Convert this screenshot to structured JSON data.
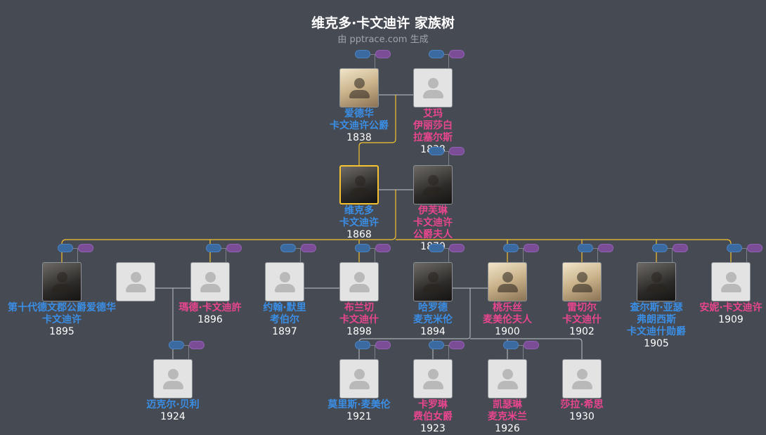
{
  "header": {
    "title": "维克多·卡文迪许 家族树",
    "subtitle": "由 pptrace.com 生成"
  },
  "people": [
    {
      "id": "edward",
      "lines": [
        "爱德华",
        "卡文迪许公爵"
      ],
      "year": "1838",
      "gender": "m",
      "photo": "portrait-sepia"
    },
    {
      "id": "emma",
      "lines": [
        "艾玛",
        "伊丽莎白",
        "拉塞尔斯"
      ],
      "year": "1838",
      "gender": "f",
      "photo": "placeholder"
    },
    {
      "id": "victor",
      "lines": [
        "维克多",
        "卡文迪许"
      ],
      "year": "1868",
      "gender": "m",
      "photo": "portrait-dark",
      "selected": true
    },
    {
      "id": "evelyn",
      "lines": [
        "伊芙琳",
        "卡文迪许",
        "公爵夫人"
      ],
      "year": "1870",
      "gender": "f",
      "photo": "portrait-dark"
    },
    {
      "id": "child1",
      "lines": [
        "第十代德文郡公爵爱德华",
        "卡文迪许"
      ],
      "year": "1895",
      "gender": "m",
      "photo": "portrait-dark"
    },
    {
      "id": "spouse2",
      "lines": [],
      "year": "",
      "gender": "m",
      "photo": "placeholder"
    },
    {
      "id": "child2",
      "lines": [
        "瑪德·卡文迪許"
      ],
      "year": "1896",
      "gender": "f",
      "photo": "placeholder"
    },
    {
      "id": "child3",
      "lines": [
        "约翰·默里",
        "考伯尔"
      ],
      "year": "1897",
      "gender": "m",
      "photo": "placeholder"
    },
    {
      "id": "child4",
      "lines": [
        "布兰切",
        "卡文迪什"
      ],
      "year": "1898",
      "gender": "f",
      "photo": "placeholder"
    },
    {
      "id": "harold",
      "lines": [
        "哈罗德",
        "麦克米伦"
      ],
      "year": "1894",
      "gender": "m",
      "photo": "portrait-dark"
    },
    {
      "id": "dorothy",
      "lines": [
        "桃乐丝",
        "麦美伦夫人"
      ],
      "year": "1900",
      "gender": "f",
      "photo": "portrait-sepia"
    },
    {
      "id": "rachel",
      "lines": [
        "雷切尔",
        "卡文迪什"
      ],
      "year": "1902",
      "gender": "f",
      "photo": "portrait-sepia"
    },
    {
      "id": "charles",
      "lines": [
        "查尔斯·亚瑟",
        "弗朗西斯",
        "卡文迪什勋爵"
      ],
      "year": "1905",
      "gender": "m",
      "photo": "portrait-dark"
    },
    {
      "id": "anne",
      "lines": [
        "安妮·卡文迪许"
      ],
      "year": "1909",
      "gender": "f",
      "photo": "placeholder"
    },
    {
      "id": "michael",
      "lines": [
        "迈克尔·贝利"
      ],
      "year": "1924",
      "gender": "m",
      "photo": "placeholder"
    },
    {
      "id": "maurice",
      "lines": [
        "莫里斯·麦美伦"
      ],
      "year": "1921",
      "gender": "m",
      "photo": "placeholder"
    },
    {
      "id": "carol",
      "lines": [
        "卡罗琳",
        "费伯女爵"
      ],
      "year": "1923",
      "gender": "f",
      "photo": "placeholder"
    },
    {
      "id": "katherine",
      "lines": [
        "凯瑟琳",
        "麦克米兰"
      ],
      "year": "1926",
      "gender": "f",
      "photo": "placeholder"
    },
    {
      "id": "sarah",
      "lines": [
        "莎拉·希思"
      ],
      "year": "1930",
      "gender": "f",
      "photo": "placeholder"
    }
  ],
  "colors": {
    "background": "#464a52",
    "male": "#3a8ee6",
    "female": "#e8468f",
    "highlight": "#f5c331",
    "line": "#a9adb4"
  }
}
